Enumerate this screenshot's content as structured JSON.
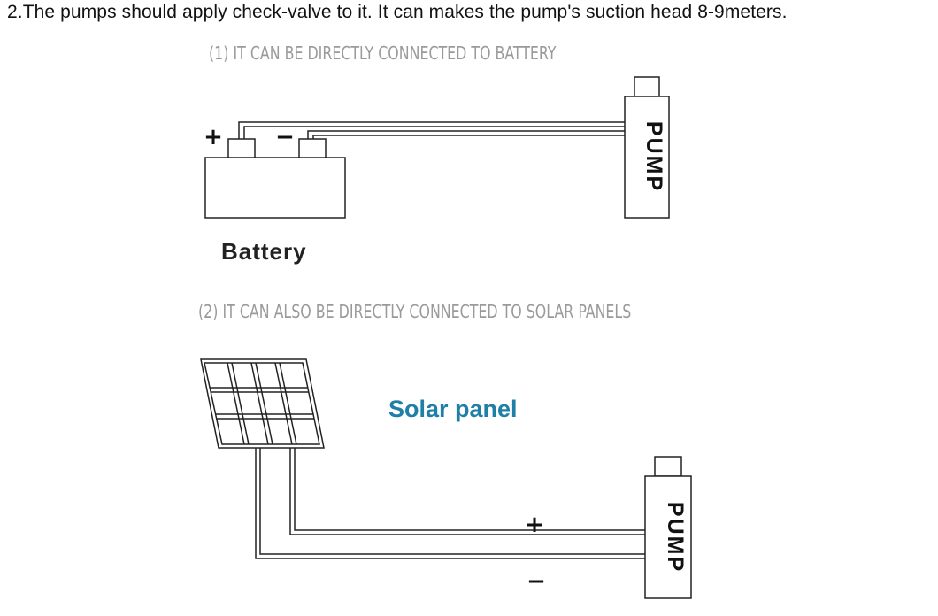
{
  "heading": "2.The pumps should apply check-valve to it. It can makes the pump's suction head 8-9meters.",
  "section_battery": {
    "caption": "(1) IT CAN BE DIRECTLY CONNECTED TO BATTERY",
    "battery_label": "Battery",
    "positive_symbol": "+",
    "negative_symbol": "−",
    "pump_label": "PUMP"
  },
  "section_solar": {
    "caption": "(2) IT CAN ALSO BE DIRECTLY CONNECTED TO SOLAR PANELS",
    "solar_label": "Solar panel",
    "positive_symbol": "+",
    "negative_symbol": "−",
    "pump_label": "PUMP"
  },
  "colors": {
    "line": "#222222",
    "caption": "#9a9a9a",
    "solar_label": "#1f7fa6"
  }
}
